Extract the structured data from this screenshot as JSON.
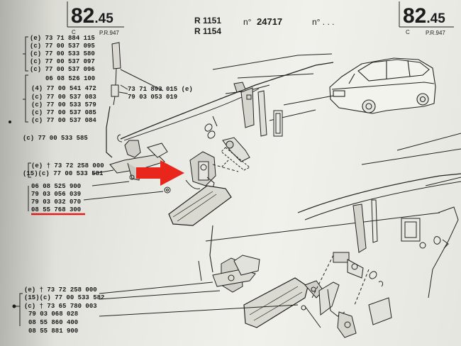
{
  "header": {
    "page_code_left": {
      "major": "82",
      "minor": "45",
      "sub": "C",
      "ref": "P.R.947"
    },
    "page_code_right": {
      "major": "82",
      "minor": "45",
      "sub": "C",
      "ref": "P.R.947"
    },
    "models": [
      "R 1151",
      "R 1154"
    ],
    "serial_prefix": "n°",
    "serial_number": "24717",
    "serial_suffix": "n° . . ."
  },
  "parts_upper": [
    {
      "qual": "(e)",
      "num": "73 71 884 115"
    },
    {
      "qual": "(c)",
      "num": "77 00 537 095"
    },
    {
      "qual": "(c)",
      "num": "77 00 533 580"
    },
    {
      "qual": "(c)",
      "num": "77 00 537 097"
    },
    {
      "qual": "(c)",
      "num": "77 00 537 096"
    },
    {
      "qual": "",
      "num": "06 08 526 100"
    },
    {
      "qual": "(4)",
      "num": "77 00 541 472"
    },
    {
      "qual": "(c)",
      "num": "77 00 537 083"
    },
    {
      "qual": "(c)",
      "num": "77 00 533 579"
    },
    {
      "qual": "(c)",
      "num": "77 00 537 085"
    },
    {
      "qual": "(c)",
      "num": "77 00 537 084"
    },
    {
      "qual": "(c)",
      "num": "77 00 533 585"
    },
    {
      "qual": "(e) †",
      "num": "73 72 258 000"
    },
    {
      "qual": "(15)(c)",
      "num": "77 00 533 581"
    },
    {
      "qual": "",
      "num": "06 08 525 900"
    },
    {
      "qual": "",
      "num": "79 03 056 039"
    },
    {
      "qual": "",
      "num": "79 03 032 070"
    },
    {
      "qual": "",
      "num": "08 55 768 300"
    }
  ],
  "pedal_parts": [
    {
      "num": "73 71 893 015",
      "qual": "(e)"
    },
    {
      "num": "79 03 053 019",
      "qual": ""
    }
  ],
  "parts_lower": [
    {
      "qual": "(e)",
      "num": "† 73 72 258 000"
    },
    {
      "qual": "(15)(c)",
      "num": "77 00 533 582"
    },
    {
      "qual": "(c) †",
      "num": "73 65 780 003"
    },
    {
      "qual": "",
      "num": "79 03 068 028"
    },
    {
      "qual": "",
      "num": "08 55 860 400"
    },
    {
      "qual": "",
      "num": "08 55 881 900"
    }
  ],
  "colors": {
    "highlight_arrow": "#e8261c",
    "underline": "#e41c1c",
    "ink": "#1c1c1c",
    "paper": "#ecece6"
  },
  "icons": [
    "car-illustration",
    "accelerator-pedal-diagram",
    "red-arrow-icon"
  ]
}
